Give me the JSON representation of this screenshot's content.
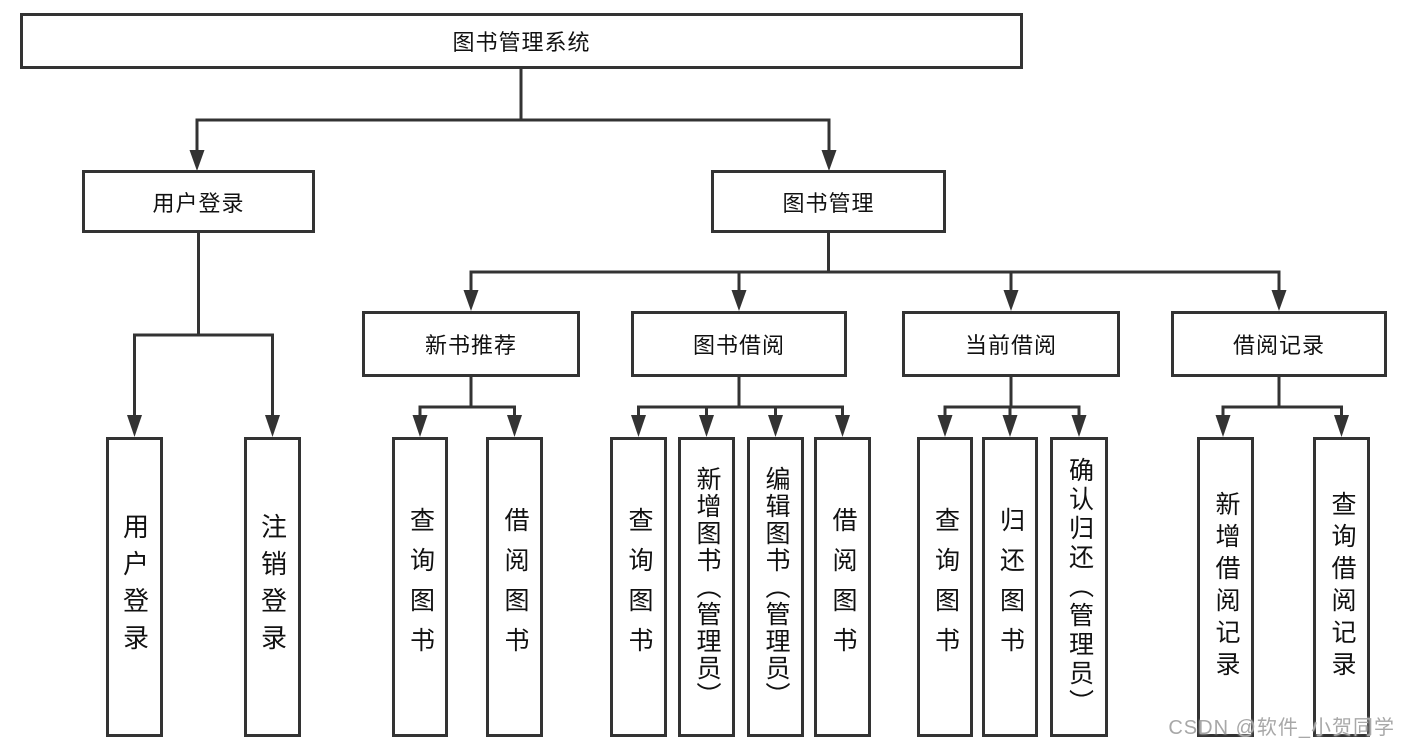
{
  "diagram": {
    "root": {
      "label": "图书管理系统"
    },
    "children": [
      {
        "label": "用户登录",
        "children": [
          {
            "label": "用户登录"
          },
          {
            "label": "注销登录"
          }
        ]
      },
      {
        "label": "图书管理",
        "children": [
          {
            "label": "新书推荐",
            "children": [
              {
                "label": "查询图书"
              },
              {
                "label": "借阅图书"
              }
            ]
          },
          {
            "label": "图书借阅",
            "children": [
              {
                "label": "查询图书"
              },
              {
                "label": "新增图书（管理员）"
              },
              {
                "label": "编辑图书（管理员）"
              },
              {
                "label": "借阅图书"
              }
            ]
          },
          {
            "label": "当前借阅",
            "children": [
              {
                "label": "查询图书"
              },
              {
                "label": "归还图书"
              },
              {
                "label": "确认归还（管理员）"
              }
            ]
          },
          {
            "label": "借阅记录",
            "children": [
              {
                "label": "新增借阅记录"
              },
              {
                "label": "查询借阅记录"
              }
            ]
          }
        ]
      }
    ]
  },
  "watermark": {
    "text": "CSDN @软件_小贺同学"
  },
  "colors": {
    "line": "#333333",
    "box_border": "#333333",
    "text": "#111111",
    "watermark": "#a8a8a8",
    "background": "#ffffff"
  }
}
